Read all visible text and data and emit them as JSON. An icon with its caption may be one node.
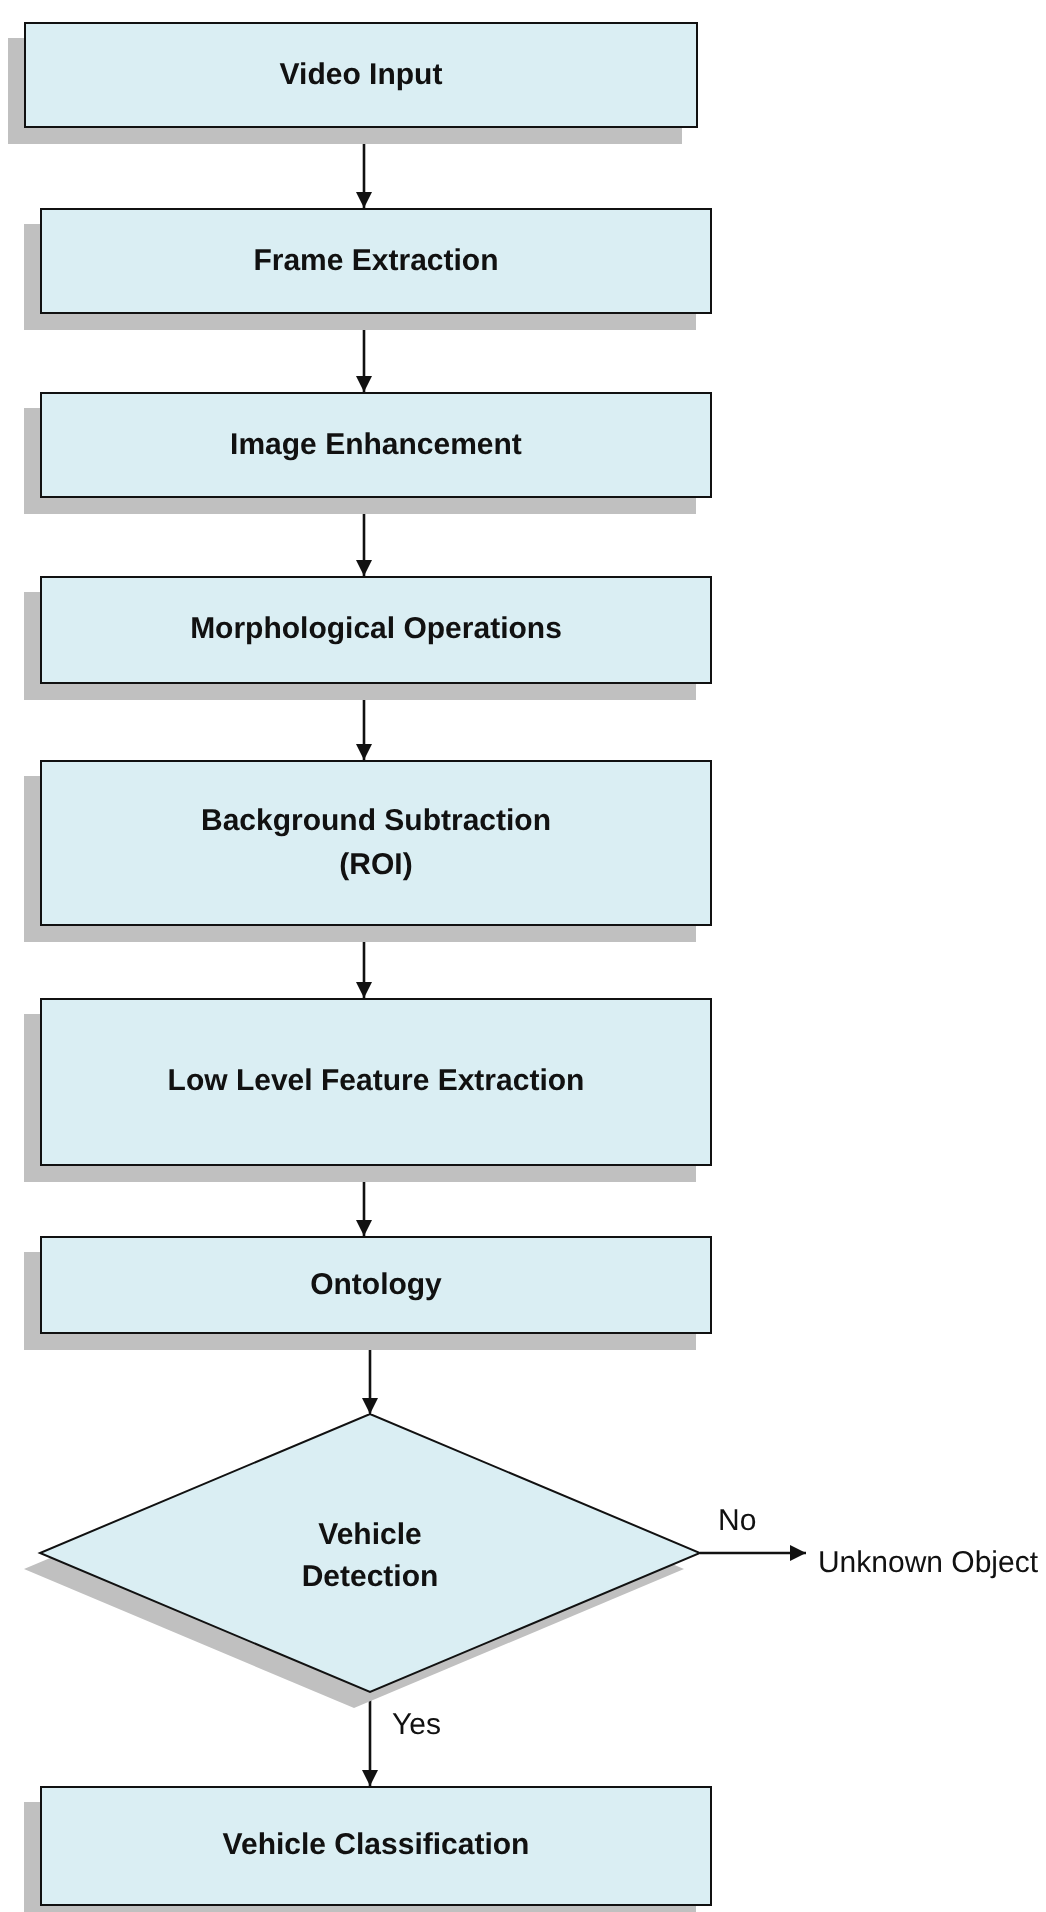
{
  "diagram": {
    "nodes": [
      {
        "text": [
          "Video Input"
        ]
      },
      {
        "text": [
          "Frame Extraction"
        ]
      },
      {
        "text": [
          "Image Enhancement"
        ]
      },
      {
        "text": [
          "Morphological Operations"
        ]
      },
      {
        "text": [
          "Background Subtraction (ROI)"
        ]
      },
      {
        "text": [
          "Low Level Feature Extraction"
        ]
      },
      {
        "text": [
          "Ontology"
        ]
      },
      {
        "text": [
          "Vehicle Detection"
        ]
      },
      {
        "text": [
          "Unknown Object"
        ]
      },
      {
        "text": [
          "Vehicle Classification"
        ]
      }
    ],
    "edges": [
      {
        "from": 0,
        "to": 1,
        "arrow": "to"
      },
      {
        "from": 1,
        "to": 2,
        "arrow": "to"
      },
      {
        "from": 2,
        "to": 3,
        "arrow": "to"
      },
      {
        "from": 3,
        "to": 4,
        "arrow": "to"
      },
      {
        "from": 4,
        "to": 5,
        "arrow": "to"
      },
      {
        "from": 5,
        "to": 6,
        "arrow": "to"
      },
      {
        "from": 6,
        "to": 7,
        "arrow": "to"
      },
      {
        "from": 7,
        "to": 8,
        "label": "No",
        "arrow": "to"
      },
      {
        "from": 7,
        "to": 9,
        "label": "Yes",
        "arrow": "to"
      }
    ]
  }
}
